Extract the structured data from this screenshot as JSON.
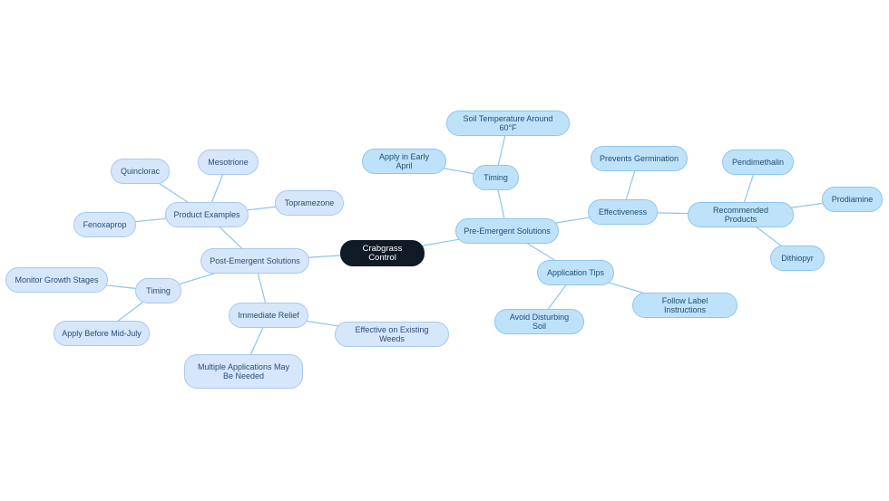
{
  "root": "Crabgrass Control",
  "pre_emergent": {
    "label": "Pre-Emergent Solutions",
    "timing": "Timing",
    "soil_temperature": "Soil Temperature Around 60°F",
    "apply_early_april": "Apply in Early April",
    "effectiveness": "Effectiveness",
    "prevents_germination": "Prevents Germination",
    "recommended_products": "Recommended Products",
    "pendimethalin": "Pendimethalin",
    "prodiamine": "Prodiamine",
    "dithiopyr": "Dithiopyr",
    "application_tips": "Application Tips",
    "avoid_disturbing_soil": "Avoid Disturbing Soil",
    "follow_label": "Follow Label Instructions"
  },
  "post_emergent": {
    "label": "Post-Emergent Solutions",
    "product_examples": "Product Examples",
    "quinclorac": "Quinclorac",
    "mesotrione": "Mesotrione",
    "topramezone": "Topramezone",
    "fenoxaprop": "Fenoxaprop",
    "timing": "Timing",
    "monitor_growth": "Monitor Growth Stages",
    "apply_before_july": "Apply Before Mid-July",
    "immediate_relief": "Immediate Relief",
    "effective_existing": "Effective on Existing Weeds",
    "multiple_applications": "Multiple Applications May Be Needed"
  },
  "colors": {
    "root_fill": "#0f1a26",
    "pre_fill": "#bfe2fb",
    "post_fill": "#d6e6fb",
    "edge": "#8ec5ea"
  }
}
